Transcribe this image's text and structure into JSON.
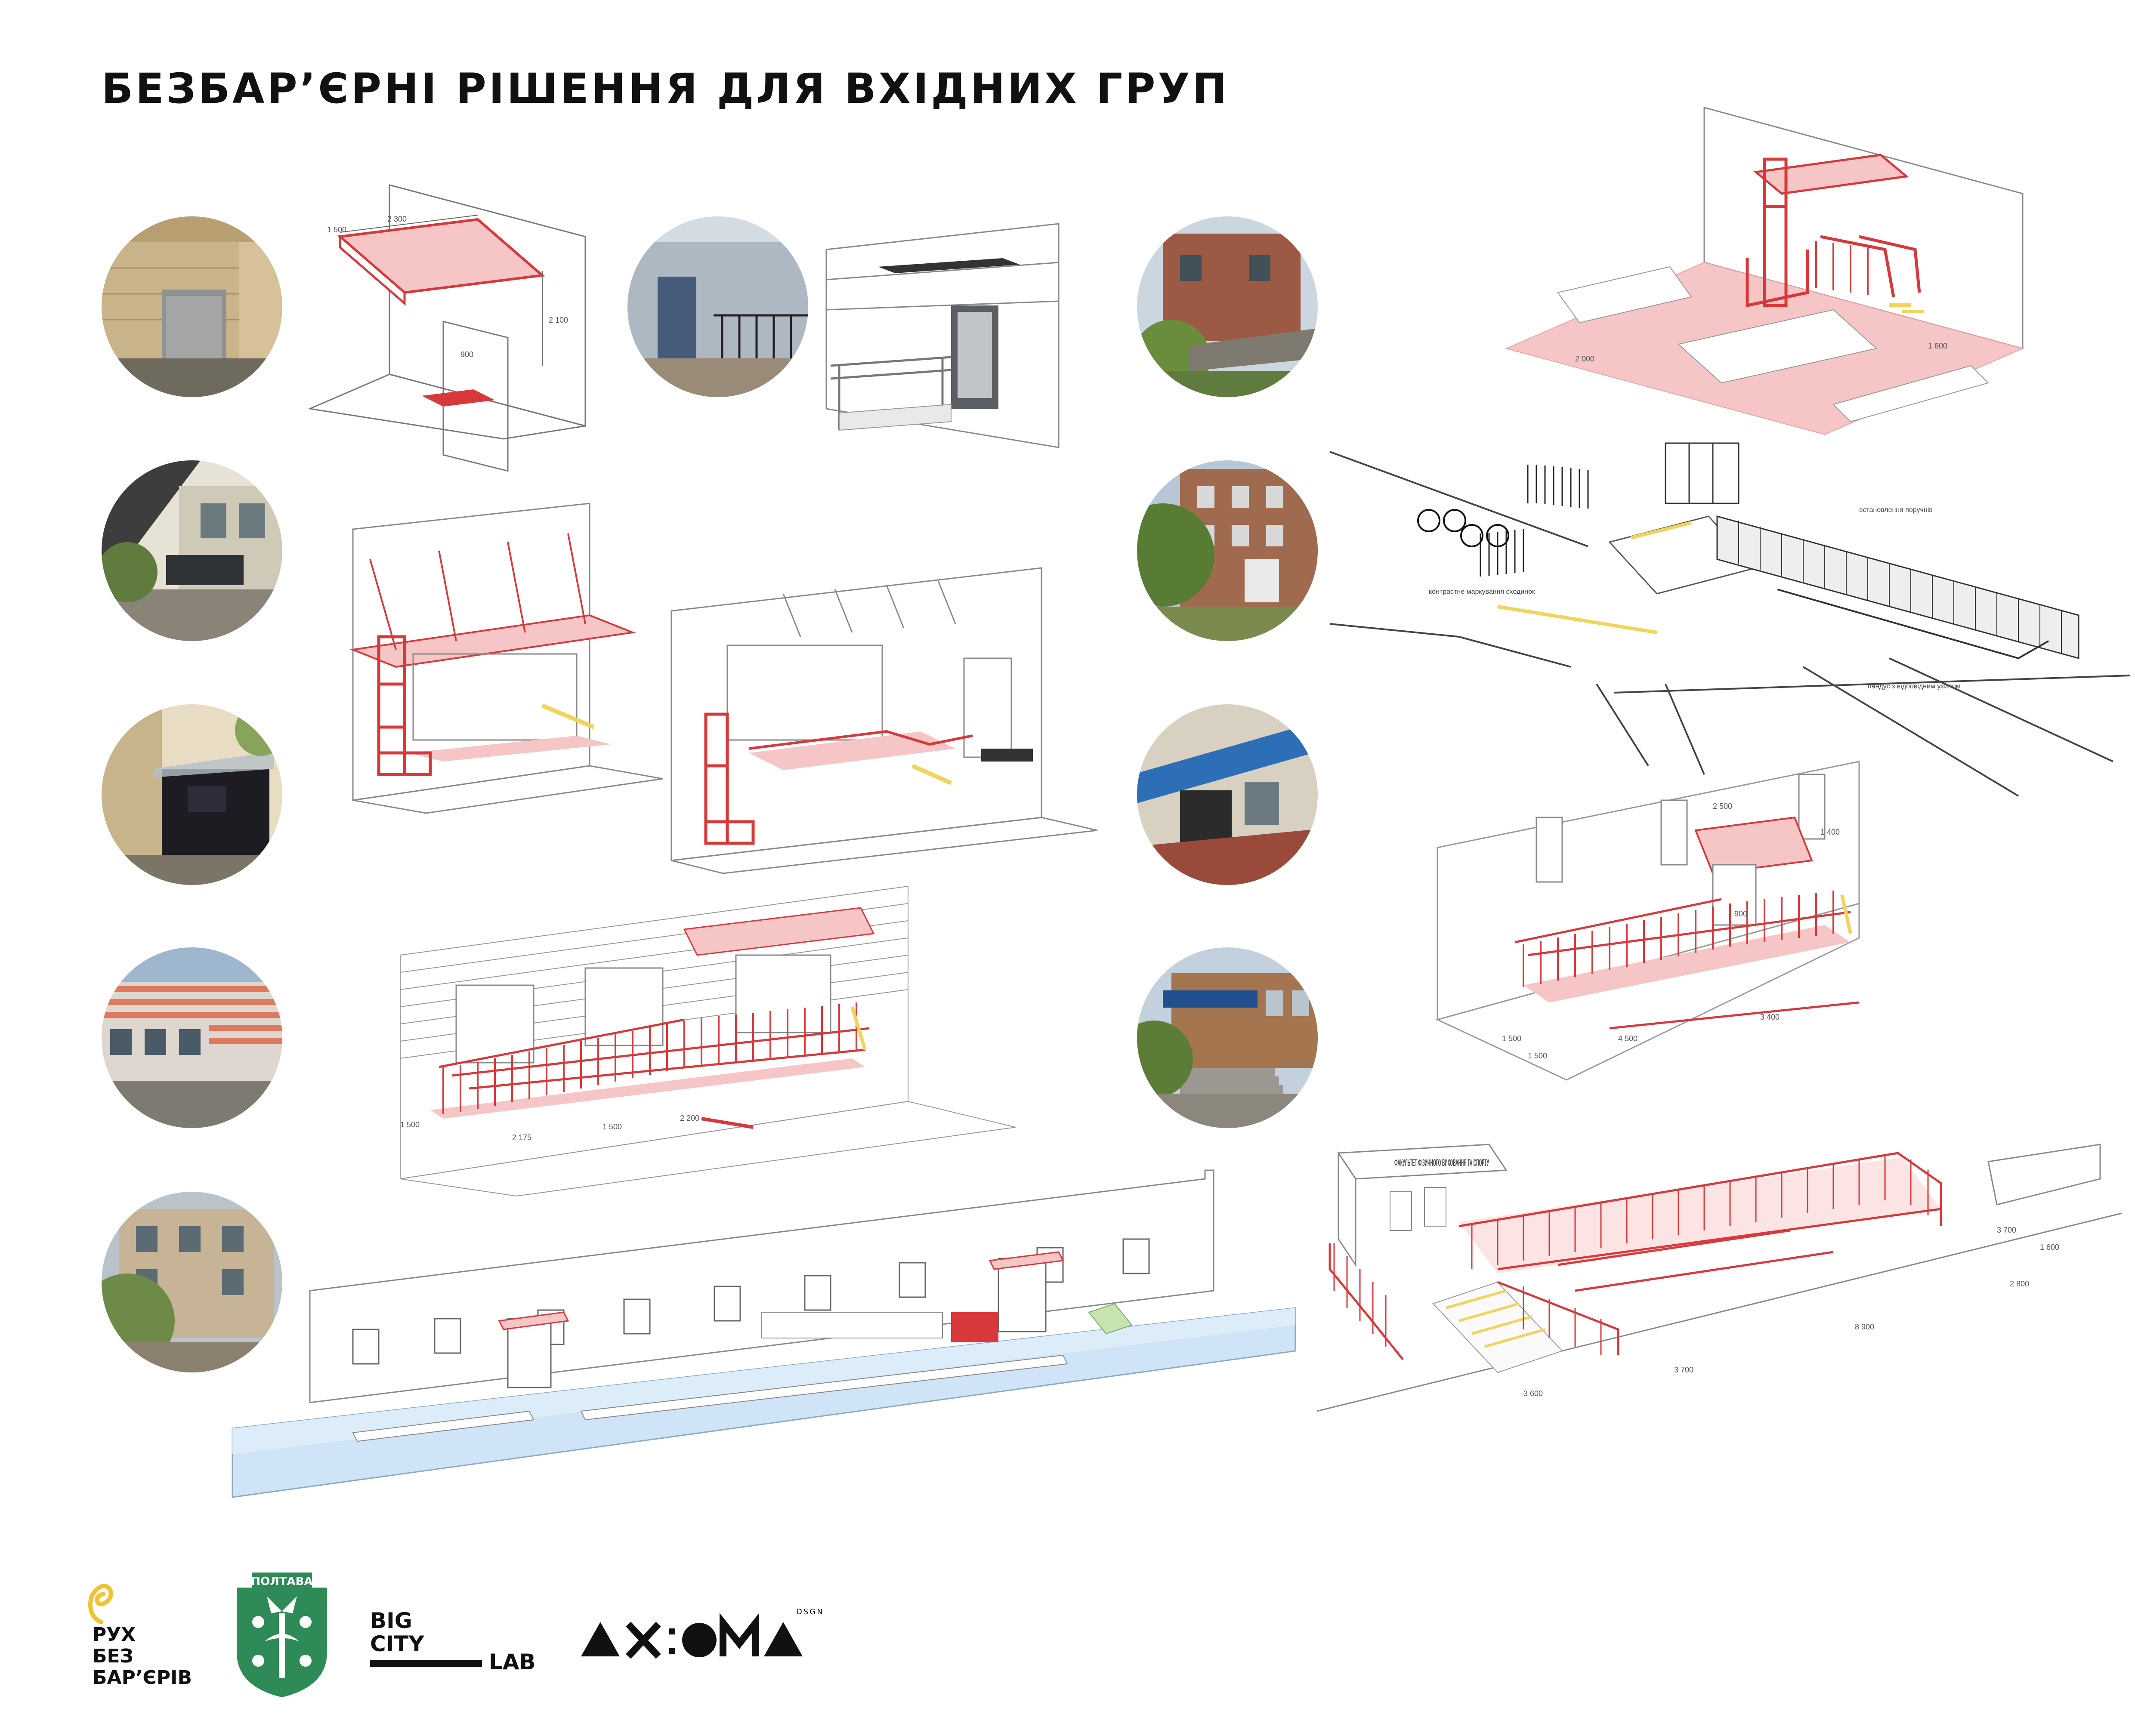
{
  "title": "БЕЗБАР’ЄРНІ РІШЕННЯ ДЛЯ ВХІДНИХ ГРУП",
  "colors": {
    "accent_red": "#d9383a",
    "accent_pink": "#f6c6c7",
    "tactile_yellow": "#f2d35b",
    "pavement_blue": "#cfe4f7",
    "line": "#7a7a7a"
  },
  "drawings": {
    "d1": {
      "w": "2 300",
      "h": "2 100",
      "d": "1 500",
      "door": "900"
    },
    "d9": {
      "w": "2 500",
      "d": "1 400",
      "door": "900",
      "run1": "4 500",
      "run2": "3 400",
      "p1": "1 500",
      "p2": "1 500"
    },
    "d10": {
      "r1": "2 175",
      "r2": "1 500",
      "r3": "2 200",
      "p": "1 500"
    },
    "d7": {
      "note1": "встановлення поручнів",
      "note2": "контрастне маркування сходинок",
      "note3": "пандус з відповідним ухилом",
      "a": "2 000",
      "b": "1 600"
    },
    "d12": {
      "sign": "ФАКУЛЬТЕТ ФІЗИЧНОГО ВИХОВАННЯ ТА СПОРТУ",
      "s1": "3 600",
      "s2": "3 700",
      "s3": "8 900",
      "s4": "2 800",
      "s5": "3 700",
      "s6": "1 600"
    }
  },
  "logos": {
    "ruh": [
      "РУХ",
      "БЕЗ",
      "БАР’ЄРІВ"
    ],
    "poltava": "ПОЛТАВА",
    "bigcity": [
      "BIG",
      "CITY",
      "LAB"
    ],
    "axioma": "DSGN"
  }
}
